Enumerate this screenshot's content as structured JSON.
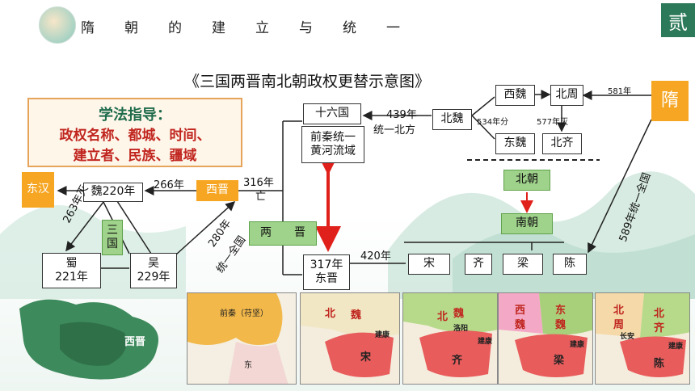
{
  "header": {
    "title": "隋朝的建立与统一",
    "badge": "贰"
  },
  "main_title": "《三国两晋南北朝政权更替示意图》",
  "guide": {
    "heading": "学法指导：",
    "line1": "政权名称、都城、时间、",
    "line2": "建立者、民族、疆域"
  },
  "nodes": {
    "donghan": "东汉",
    "wei": "魏220年",
    "shu": "蜀\n221年",
    "wu": "吴\n229年",
    "sanguo": "三\n国",
    "xijin": "西晋",
    "liangjin": "两　　晋",
    "shiliuguo": "十六国",
    "qianqin": "前秦统一\n黄河流域",
    "dongjin": "317年\n东晋",
    "beiwei": "北魏",
    "xiwei": "西魏",
    "beizhou": "北周",
    "dongwei": "东魏",
    "beiqi": "北齐",
    "beichao": "北朝",
    "nanchao": "南朝",
    "song": "宋",
    "qi": "齐",
    "liang": "梁",
    "chen": "陈",
    "sui": "隋"
  },
  "edge_labels": {
    "y266": "266年",
    "y316": "316年",
    "wang": "亡",
    "mie263": "263年灭",
    "y280": "280年",
    "tongyi_quanguo": "统一全国",
    "y439": "439年",
    "tongyi_beifang": "统一北方",
    "y534": "534年分",
    "y577": "577年灭",
    "y581": "581年",
    "y589": "589年统一全国",
    "y420": "420年"
  },
  "maps": [
    {
      "name": "map-xijin",
      "label": "西晋"
    },
    {
      "name": "map-qianqin",
      "label": "前秦（苻坚）",
      "label2": "东"
    },
    {
      "name": "map-song",
      "label": "宋",
      "label2": "北",
      "label3": "魏",
      "label4": "建康"
    },
    {
      "name": "map-qi",
      "label": "齐",
      "label2": "北",
      "label3": "魏",
      "label4": "洛阳",
      "label5": "建康"
    },
    {
      "name": "map-liang",
      "label": "梁",
      "label2": "西",
      "label3": "魏",
      "label4": "东",
      "label5": "魏",
      "label6": "建康"
    },
    {
      "name": "map-chen",
      "label": "陈",
      "label2": "北",
      "label3": "周",
      "label4": "北",
      "label5": "齐",
      "label6": "长安",
      "label7": "建康"
    }
  ],
  "colors": {
    "accent": "#2d7a5a",
    "orange": "#f6a623",
    "green": "#9fd28a",
    "red": "#e0201a"
  }
}
